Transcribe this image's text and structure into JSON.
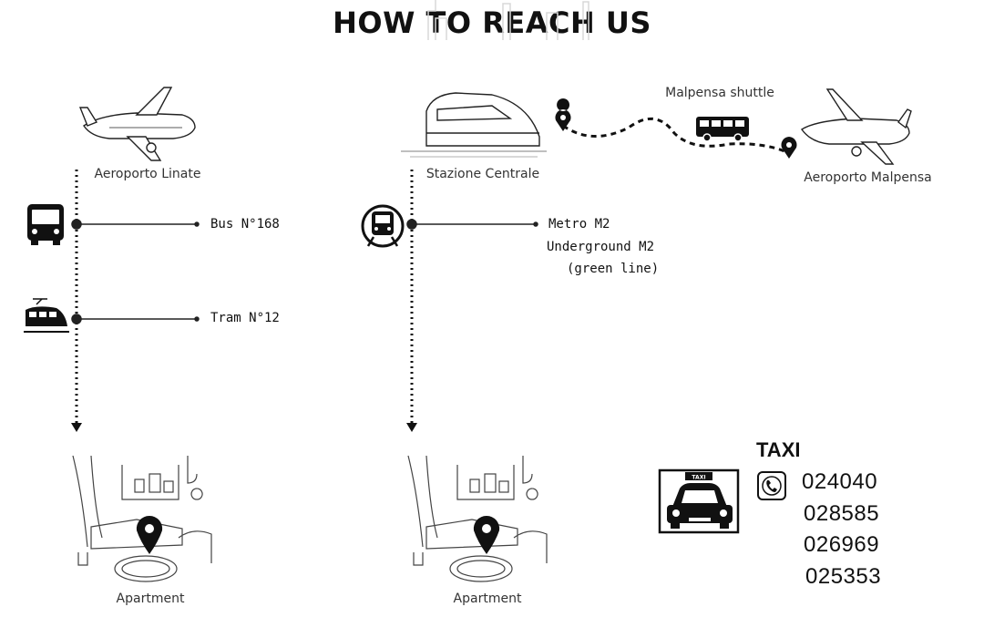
{
  "title": "HOW TO REACH US",
  "places": {
    "linate": "Aeroporto Linate",
    "centrale": "Stazione Centrale",
    "malpensa": "Aeroporto Malpensa",
    "shuttle": "Malpensa shuttle",
    "apartment_left": "Apartment",
    "apartment_right": "Apartment"
  },
  "routes": {
    "bus": "Bus N°168",
    "tram": "Tram N°12",
    "metro": [
      "Metro M2",
      "Underground M2",
      "(green line)"
    ]
  },
  "taxi": {
    "title": "TAXI",
    "numbers": [
      "024040",
      "028585",
      "026969",
      "025353"
    ]
  },
  "icons": {
    "plane_left": "airplane-icon",
    "train": "high-speed-train-icon",
    "plane_right": "airplane-icon",
    "bus": "bus-icon",
    "tram": "tram-icon",
    "metro": "metro-icon",
    "shuttle_bus": "shuttle-bus-icon",
    "pin": "location-pin-icon",
    "apartment": "apartment-interior-icon",
    "taxi": "taxi-icon",
    "phone": "phone-icon"
  },
  "colors": {
    "ink": "#111111",
    "line": "#222222"
  }
}
